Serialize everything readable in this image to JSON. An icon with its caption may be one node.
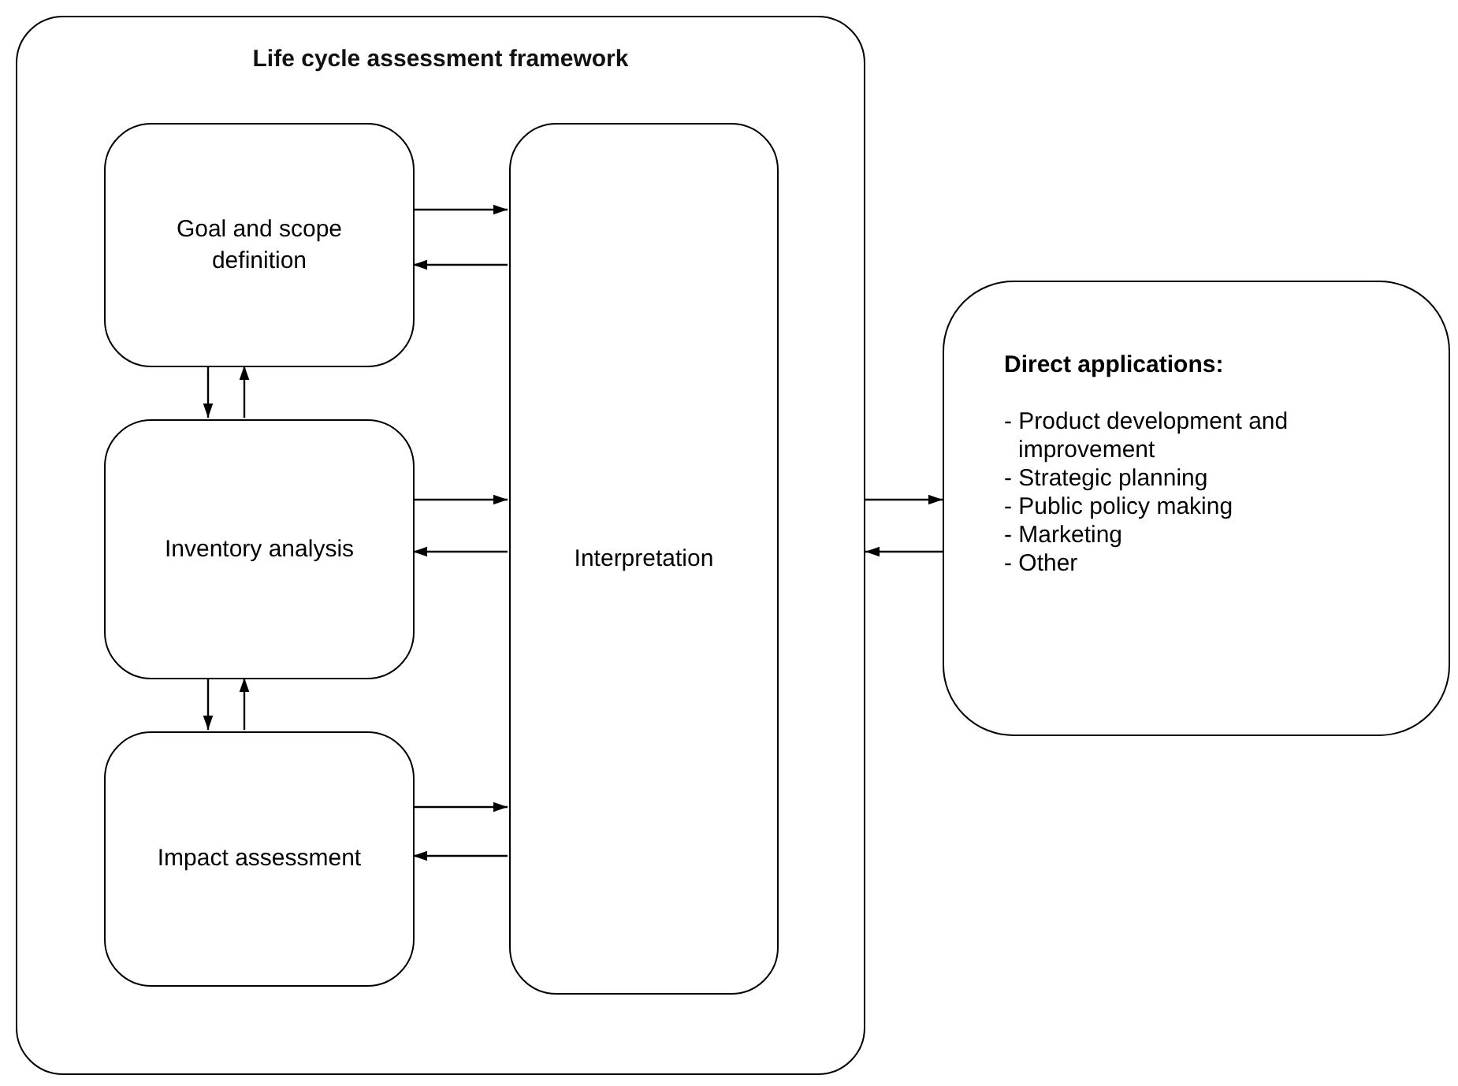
{
  "diagram": {
    "nodes": [
      {
        "text": [
          "Life cycle assessment framework"
        ]
      },
      {
        "text": [
          "Goal and scope definition"
        ],
        "in": 0
      },
      {
        "text": [
          "Inventory analysis"
        ],
        "in": 0
      },
      {
        "text": [
          "Impact assessment"
        ],
        "in": 0
      },
      {
        "text": [
          "Interpretation"
        ],
        "in": 0
      },
      {
        "text": [
          "Direct applications:",
          "- Product development and improvement",
          "- Strategic planning",
          "- Public policy making",
          "- Marketing",
          "- Other"
        ]
      }
    ],
    "edges": [
      {
        "from": 1,
        "to": 4,
        "arrow": "to"
      },
      {
        "from": 4,
        "to": 1,
        "arrow": "to"
      },
      {
        "from": 1,
        "to": 2,
        "arrow": "to"
      },
      {
        "from": 2,
        "to": 1,
        "arrow": "to"
      },
      {
        "from": 2,
        "to": 4,
        "arrow": "to"
      },
      {
        "from": 4,
        "to": 2,
        "arrow": "to"
      },
      {
        "from": 2,
        "to": 3,
        "arrow": "to"
      },
      {
        "from": 3,
        "to": 2,
        "arrow": "to"
      },
      {
        "from": 3,
        "to": 4,
        "arrow": "to"
      },
      {
        "from": 4,
        "to": 3,
        "arrow": "to"
      },
      {
        "from": 0,
        "to": 5,
        "arrow": "to"
      },
      {
        "from": 5,
        "to": 0,
        "arrow": "to"
      }
    ]
  }
}
